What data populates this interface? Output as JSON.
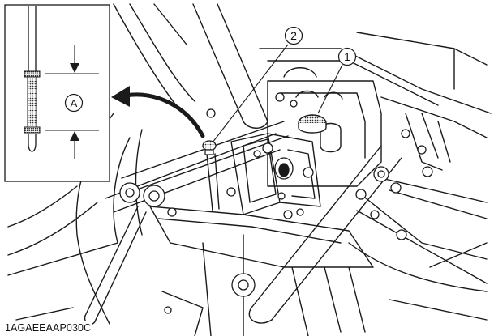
{
  "callouts": {
    "item1": "1",
    "item2": "2",
    "dimension": "A"
  },
  "figure_code": "1AGAEEAAP030C"
}
